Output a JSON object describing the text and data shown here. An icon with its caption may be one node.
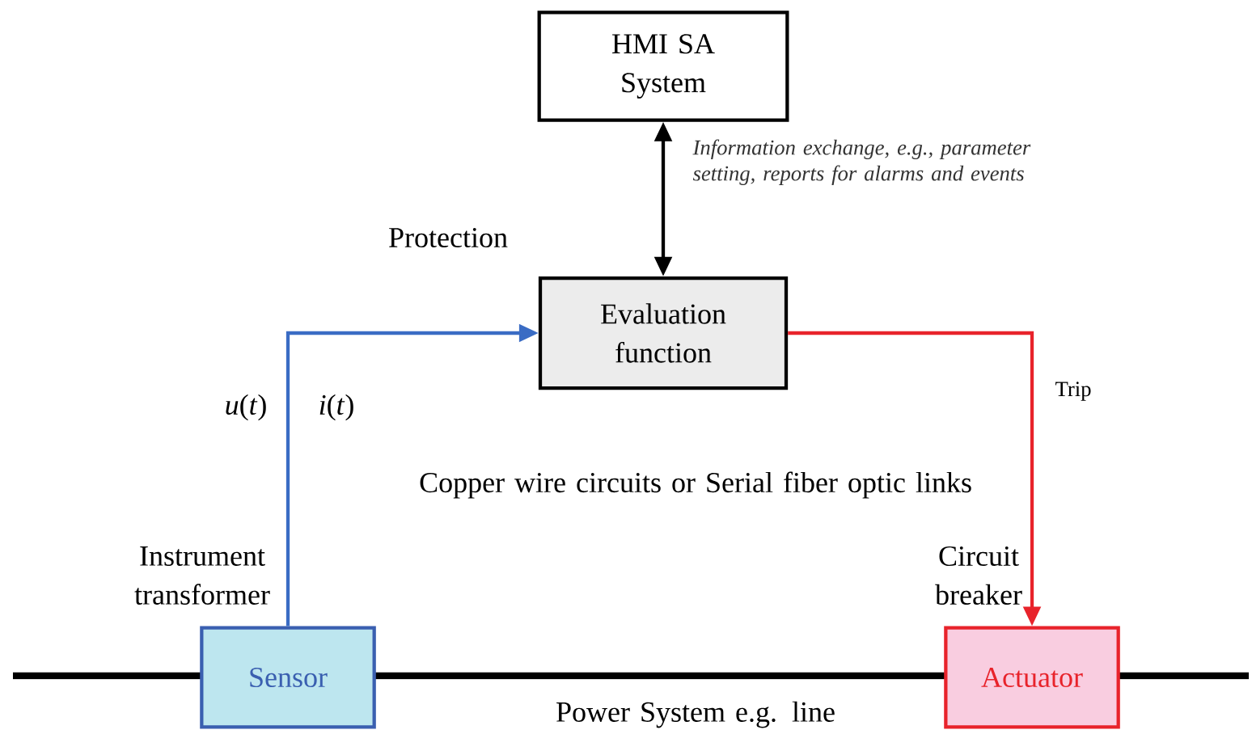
{
  "diagram": {
    "nodes": [
      {
        "text": [
          "HMI SA System"
        ]
      },
      {
        "text": [
          "Evaluation function"
        ]
      },
      {
        "text": [
          "Sensor"
        ],
        "beside": [
          "Instrument transformer"
        ]
      },
      {
        "text": [
          "Actuator"
        ],
        "beside": [
          "Circuit breaker"
        ]
      }
    ],
    "edges": [
      {
        "from": 0,
        "to": 1,
        "arrow": "both",
        "label": "Information exchange, e.g., parameter setting, reports for alarms and events"
      },
      {
        "from": 2,
        "to": 1,
        "arrow": "to",
        "color": "#3a6cc4"
      },
      {
        "from": 1,
        "to": 3,
        "arrow": "to",
        "color": "#e8232b",
        "label": "Trip"
      }
    ],
    "labels": [
      "Protection",
      "*u*(*t*)",
      "*i*(*t*)",
      "Copper wire circuits or Serial fiber optic links",
      "Power System e.g. line"
    ]
  }
}
